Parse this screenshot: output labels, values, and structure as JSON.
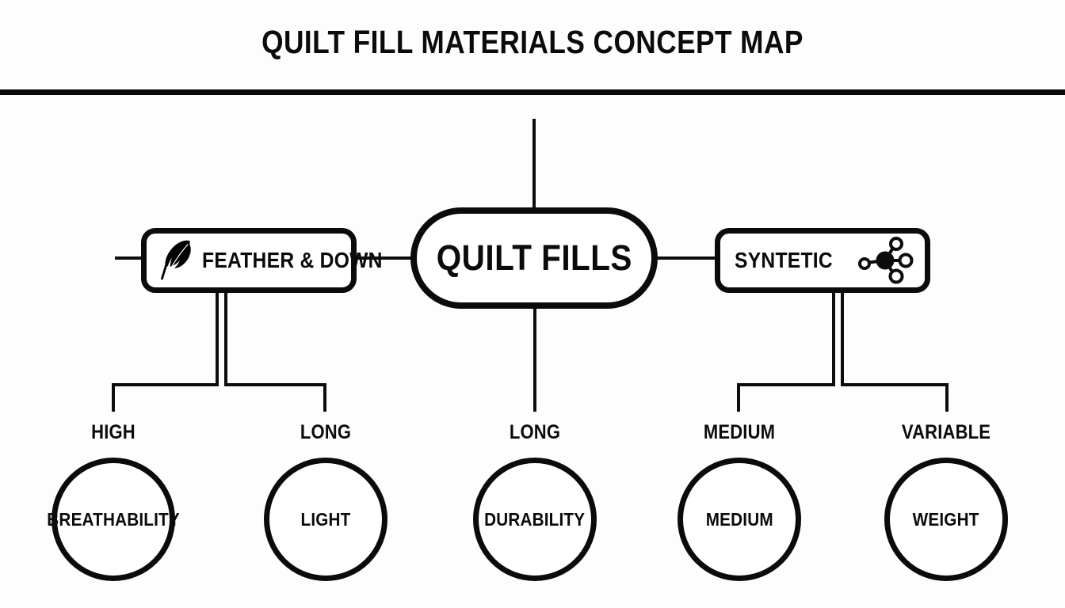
{
  "header": {
    "title": "QUILT FILL MATERIALS CONCEPT MAP"
  },
  "nodes": {
    "center": {
      "label": "QUILT FILLS",
      "shape": "pill"
    },
    "left": {
      "label": "FEATHER & DOWN",
      "icon": "feather-icon",
      "shape": "rounded-rect"
    },
    "right": {
      "label": "SYNTETIC",
      "icon": "molecule-icon",
      "shape": "rounded-rect"
    }
  },
  "branches": [
    {
      "label": "HIGH",
      "leaf": "BREATHABILITY",
      "parent": "FEATHER & DOWN"
    },
    {
      "label": "LONG",
      "leaf": "LIGHT",
      "parent": "FEATHER & DOWN"
    },
    {
      "label": "LONG",
      "leaf": "DURABILITY",
      "parent": "QUILT FILLS"
    },
    {
      "label": "MEDIUM",
      "leaf": "MEDIUM",
      "parent": "SYNTETIC"
    },
    {
      "label": "VARIABLE",
      "leaf": "WEIGHT",
      "parent": "SYNTETIC"
    }
  ],
  "colors": {
    "ink": "#0b0b0b",
    "background": "#ffffff"
  }
}
